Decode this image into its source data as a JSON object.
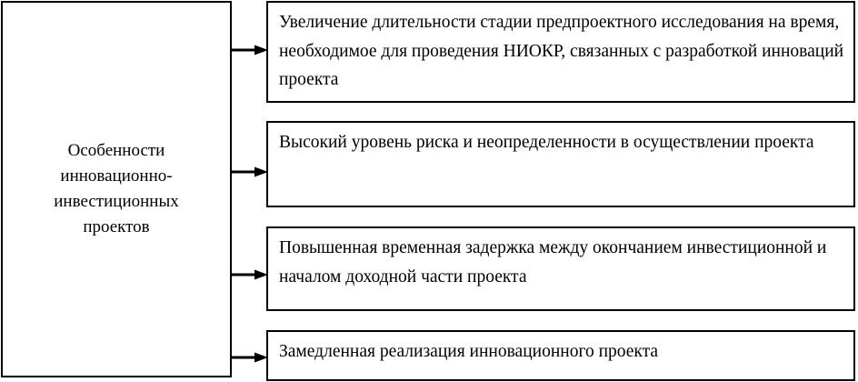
{
  "diagram": {
    "title": "Особенности инновационно-инвестиционных проектов",
    "type": "one-to-many-block-diagram",
    "colors": {
      "stroke": "#000000",
      "fill": "#ffffff",
      "text": "#000000"
    },
    "root": {
      "label": "Особенности\nинновационно-\nинвестиционных\nпроектов"
    },
    "features": [
      {
        "index": 1,
        "label": "Увеличение длительности стадии предпроектного исследования на время, необходимое для проведения НИОКР, связанных с разработкой инноваций проекта",
        "connector": "arrow-right-icon"
      },
      {
        "index": 2,
        "label": "Высокий уровень риска и неопределенности в осуществлении проекта",
        "connector": "arrow-right-icon"
      },
      {
        "index": 3,
        "label": "Повышенная временная задержка между окончанием инвестиционной и началом доходной части проекта",
        "connector": "arrow-right-icon"
      },
      {
        "index": 4,
        "label": "Замедленная реализация инновационного проекта",
        "connector": "arrow-right-icon"
      }
    ]
  }
}
